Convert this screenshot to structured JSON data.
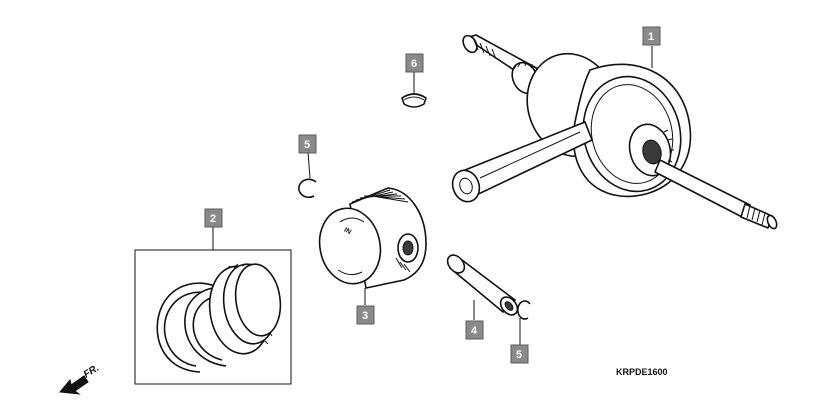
{
  "callouts": {
    "crankshaft": "1",
    "ring_set": "2",
    "piston": "3",
    "piston_pin": "4",
    "clip_upper": "5",
    "clip_lower": "5",
    "key": "6"
  },
  "diagram_code": "KRPDE1600",
  "direction_label": "FR.",
  "piston_mark": "IN"
}
